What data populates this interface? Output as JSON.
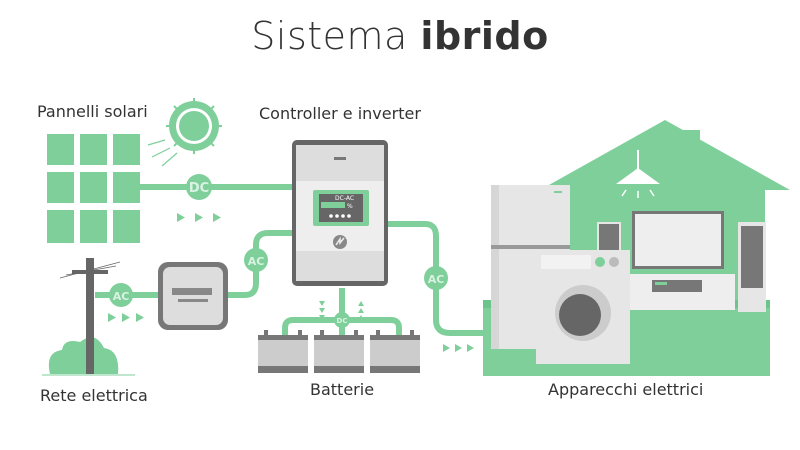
{
  "title": {
    "regular": "Sistema",
    "bold": "ibrido"
  },
  "labels": {
    "solar_panels": "Pannelli solari",
    "controller": "Controller e inverter",
    "grid": "Rete elettrica",
    "batteries": "Batterie",
    "appliances": "Apparecchi elettrici"
  },
  "badges": {
    "solar_to_controller": "DC",
    "grid_to_meter": "AC",
    "meter_to_controller": "AC",
    "controller_to_house": "AC",
    "batteries": "DC"
  },
  "controller_display": {
    "mode": "DC-AC",
    "unit": "%"
  },
  "colors": {
    "accent": "#7fcf9b",
    "accent_dark": "#5dbb7d",
    "gray": "#777777",
    "light_gray": "#e3e3e3",
    "text": "#333333"
  }
}
